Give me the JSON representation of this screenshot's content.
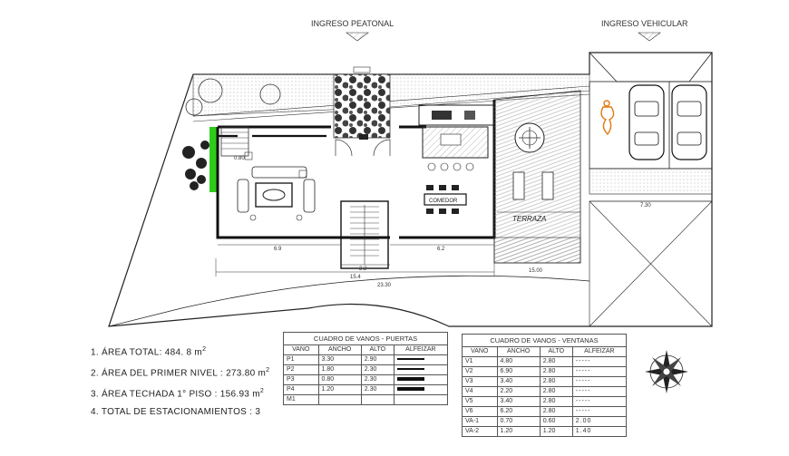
{
  "labels": {
    "ingreso_peatonal": "INGRESO PEATONAL",
    "ingreso_vehicular": "INGRESO VEHICULAR",
    "comedor": "COMEDOR",
    "terraza": "TERRAZA"
  },
  "dimensions": {
    "d_080": "0.80",
    "d_69": "6.9",
    "d_62": "6.2",
    "d_22": "2.2",
    "d_154": "15.4",
    "d_730": "7.30",
    "d_1500": "15.00",
    "d_2330": "23.30"
  },
  "notes": [
    {
      "text": "1. ÁREA TOTAL: 484. 8 m",
      "sup": "2"
    },
    {
      "text": "2. ÁREA  DEL PRIMER NIVEL : 273.80 m",
      "sup": "2"
    },
    {
      "text": "3. ÁREA  TECHADA  1° PISO : 156.93 m",
      "sup": "2"
    },
    {
      "text": "4. TOTAL DE ESTACIONAMIENTOS : 3",
      "sup": ""
    }
  ],
  "puertas": {
    "title": "CUADRO DE VANOS - PUERTAS",
    "headers": [
      "VANO",
      "ANCHO",
      "ALTO",
      "ALFEIZAR"
    ],
    "rows": [
      [
        "P1",
        "3.30",
        "2.90",
        "bar-thin"
      ],
      [
        "P2",
        "1.80",
        "2.30",
        "bar-thin"
      ],
      [
        "P3",
        "0.80",
        "2.30",
        "bar-thick"
      ],
      [
        "P4",
        "1.20",
        "2.30",
        "bar-thick"
      ],
      [
        "M1",
        "",
        "",
        ""
      ]
    ]
  },
  "ventanas": {
    "title": "CUADRO DE VANOS - VENTANAS",
    "headers": [
      "VANO",
      "ANCHO",
      "ALTO",
      "ALFEIZAR"
    ],
    "rows": [
      [
        "V1",
        "4.80",
        "2.80",
        "-----"
      ],
      [
        "V2",
        "6.90",
        "2.80",
        "-----"
      ],
      [
        "V3",
        "3.40",
        "2.80",
        "-----"
      ],
      [
        "V4",
        "2.20",
        "2.80",
        "-----"
      ],
      [
        "V5",
        "3.40",
        "2.80",
        "-----"
      ],
      [
        "V6",
        "6.20",
        "2.80",
        "-----"
      ],
      [
        "VA-1",
        "0.70",
        "0.60",
        "2.00"
      ],
      [
        "VA-2",
        "1.20",
        "1.20",
        "1.40"
      ]
    ]
  },
  "colors": {
    "lines": "#222222",
    "green_strip": "#2ecc1a",
    "orange_figure": "#e07a10"
  }
}
